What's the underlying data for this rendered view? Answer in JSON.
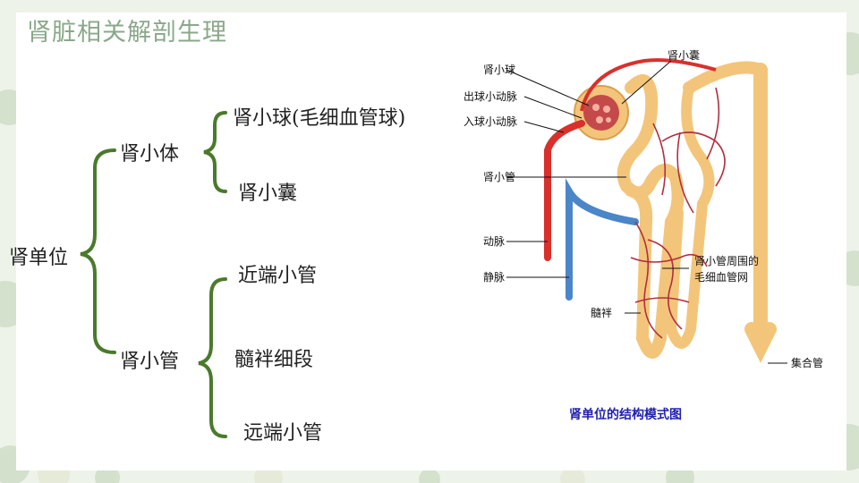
{
  "slide": {
    "title": "肾脏相关解剖生理"
  },
  "tree": {
    "root": "肾单位",
    "branches": [
      {
        "label": "肾小体",
        "children": [
          "肾小球(毛细血管球)",
          "肾小囊"
        ]
      },
      {
        "label": "肾小管",
        "children": [
          "近端小管",
          "髓袢细段",
          "远端小管"
        ]
      }
    ]
  },
  "figure": {
    "labels": {
      "glomerulus": "肾小球",
      "efferent": "出球小动脉",
      "afferent": "入球小动脉",
      "tubule": "肾小管",
      "artery": "动脉",
      "vein": "静脉",
      "capsule": "肾小囊",
      "peritubular_line1": "肾小管周围的",
      "peritubular_line2": "毛细血管网",
      "loop": "髓袢",
      "collecting_duct": "集合管"
    },
    "caption": "肾单位的结构模式图",
    "colors": {
      "artery": "#d9302c",
      "vein": "#4a86c8",
      "tubule": "#f3c57a",
      "capillary": "#b03040",
      "caption": "#1f1fb0"
    }
  },
  "theme": {
    "title_color": "#8aa889",
    "bracket_color": "#4a7a2c",
    "background": "#eef3ea"
  }
}
